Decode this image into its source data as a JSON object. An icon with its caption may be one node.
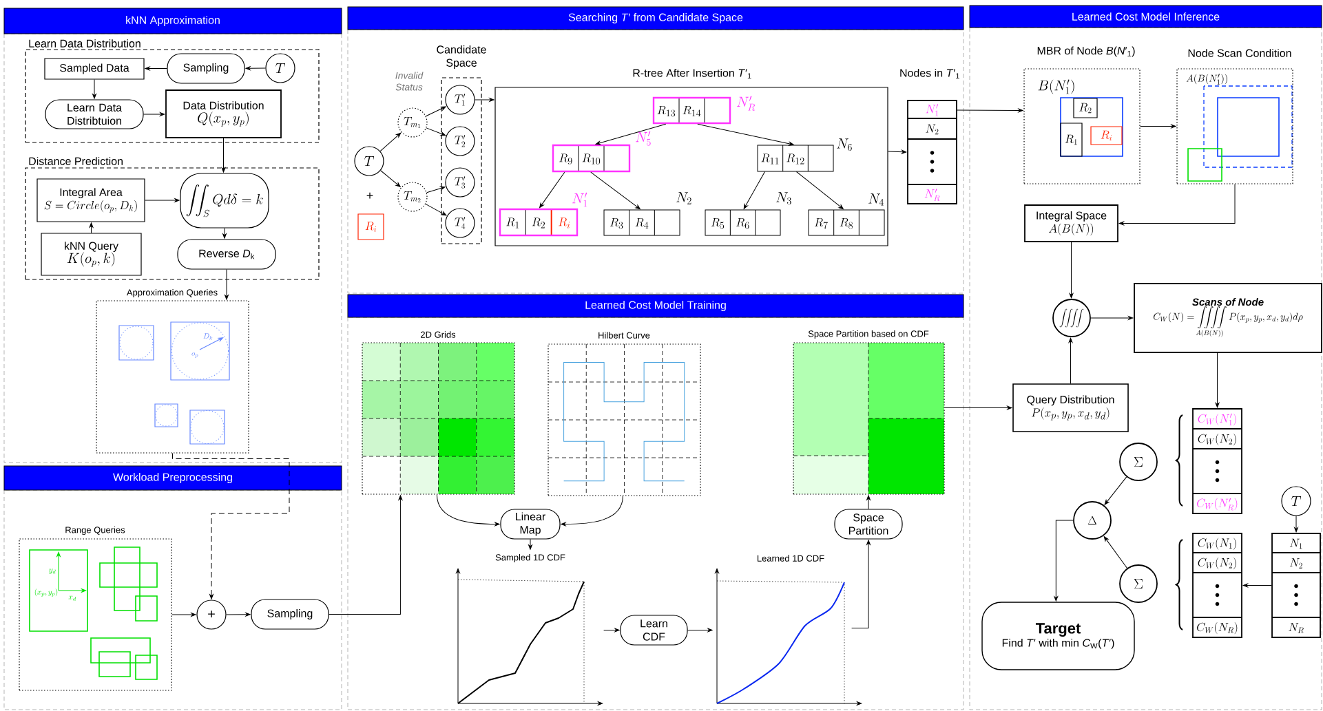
{
  "diagram": {
    "nodes": [
      {
        "text": [
          "kNN Approximation"
        ]
      },
      {
        "text": [
          "Learn Data Distribution"
        ],
        "in": 0
      },
      {
        "text": [
          "Sampled Data"
        ],
        "in": 1
      },
      {
        "text": [
          "Sampling"
        ],
        "in": 1
      },
      {
        "text": [
          "T"
        ],
        "in": 1
      },
      {
        "text": [
          "Learn Data Distribtuion"
        ],
        "in": 1
      },
      {
        "text": [
          "Data Distribution",
          "Q(x_p, y_p)"
        ],
        "in": 1
      },
      {
        "text": [
          "Distance Prediction"
        ],
        "in": 0
      },
      {
        "text": [
          "Integral Area",
          "S = Circle(o_p, D_k)"
        ],
        "in": 7
      },
      {
        "text": [
          "\\iint_S Q d\\delta = k"
        ],
        "in": 7
      },
      {
        "text": [
          "kNN Query",
          "K(o_p, k)"
        ],
        "in": 7
      },
      {
        "text": [
          "Reverse *D*$_{k}$"
        ],
        "in": 7
      },
      {
        "text": [
          "Approximation Queries"
        ],
        "in": 0
      },
      {
        "text": [
          "Workload Preprocessing"
        ]
      },
      {
        "text": [
          "Range Queries"
        ],
        "in": 13
      },
      {
        "text": [
          "+"
        ],
        "in": 13
      },
      {
        "text": [
          "Sampling"
        ],
        "in": 13
      },
      {
        "text": [
          "Searching *T*′ from Candidate Space"
        ]
      },
      {
        "text": [
          "T"
        ],
        "in": 17
      },
      {
        "text": [
          "R_i"
        ],
        "in": 17
      },
      {
        "text": [
          "T_{m_1}"
        ],
        "in": 17
      },
      {
        "text": [
          "T_{m_2}"
        ],
        "in": 17
      },
      {
        "text": [
          "Candidate Space"
        ],
        "in": 17
      },
      {
        "text": [
          "T'_1"
        ],
        "in": 22
      },
      {
        "text": [
          "T'_2"
        ],
        "in": 22
      },
      {
        "text": [
          "T'_3"
        ],
        "in": 22
      },
      {
        "text": [
          "T'_4"
        ],
        "in": 22
      },
      {
        "text": [
          "R-tree After Insertion *T*′$_{1}$"
        ],
        "in": 17
      },
      {
        "text": [
          "R_{13}",
          "R_{14}"
        ],
        "beside": [
          "N'_R"
        ],
        "in": 27
      },
      {
        "text": [
          "R_9",
          "R_{10}"
        ],
        "beside": [
          "N'_5"
        ],
        "in": 27
      },
      {
        "text": [
          "R_{11}",
          "R_{12}"
        ],
        "beside": [
          "N_6"
        ],
        "in": 27
      },
      {
        "text": [
          "R_1",
          "R_2",
          "R_i"
        ],
        "beside": [
          "N'_1"
        ],
        "in": 27
      },
      {
        "text": [
          "R_3",
          "R_4"
        ],
        "beside": [
          "N_2"
        ],
        "in": 27
      },
      {
        "text": [
          "R_5",
          "R_6"
        ],
        "beside": [
          "N_3"
        ],
        "in": 27
      },
      {
        "text": [
          "R_7",
          "R_8"
        ],
        "beside": [
          "N_4"
        ],
        "in": 27
      },
      {
        "text": [
          "Nodes in *T*′$_{1}$",
          "N'_1",
          "N_2",
          "N'_R"
        ],
        "in": 17
      },
      {
        "text": [
          "Learned Cost Model Training"
        ]
      },
      {
        "text": [
          "2D Grids"
        ],
        "in": 36
      },
      {
        "text": [
          "Hilbert Curve"
        ],
        "in": 36
      },
      {
        "text": [
          "Linear Map"
        ],
        "in": 36
      },
      {
        "text": [
          "Sampled 1D CDF"
        ],
        "in": 36
      },
      {
        "text": [
          "Learn CDF"
        ],
        "in": 36
      },
      {
        "text": [
          "Learned 1D CDF"
        ],
        "in": 36
      },
      {
        "text": [
          "Space Partition"
        ],
        "in": 36
      },
      {
        "text": [
          "Space Partition based on CDF"
        ],
        "in": 36
      },
      {
        "text": [
          "Learned Cost Model Inference"
        ]
      },
      {
        "text": [
          "MBR of Node *B*(*N*′$_{1}$)"
        ],
        "in": 45
      },
      {
        "text": [
          "B(N'_1)"
        ],
        "in": 46
      },
      {
        "text": [
          "R_2"
        ],
        "in": 47
      },
      {
        "text": [
          "R_1"
        ],
        "in": 47
      },
      {
        "text": [
          "R_i"
        ],
        "in": 47
      },
      {
        "text": [
          "Node Scan Condition"
        ],
        "in": 45
      },
      {
        "text": [
          "Integral Space",
          "A(B(N))"
        ],
        "in": 45
      },
      {
        "text": [
          "\\iiiint"
        ],
        "in": 45
      },
      {
        "text": [
          "Scans of Node",
          "C_W(N) = \\iiiint\\limits_{A(B(N))} P(x_p, y_p, x_d, y_d) d\\rho"
        ],
        "in": 45
      },
      {
        "text": [
          "Query Distribution",
          "P(x_p, y_p, x_d, y_d)"
        ],
        "in": 45
      },
      {
        "text": [
          "C_W(N'_1)",
          "C_W(N_2)",
          "C_W(N'_R)"
        ],
        "in": 45
      },
      {
        "text": [
          "\\Sigma"
        ],
        "in": 45
      },
      {
        "text": [
          "\\Delta"
        ],
        "in": 45
      },
      {
        "text": [
          "\\Sigma"
        ],
        "in": 45
      },
      {
        "text": [
          "C_W(N_1)",
          "C_W(N_2)",
          "C_W(N_R)"
        ],
        "in": 45
      },
      {
        "text": [
          "T"
        ],
        "in": 45
      },
      {
        "text": [
          "N_1",
          "N_2",
          "N_R"
        ],
        "in": 45
      },
      {
        "text": [
          "Target",
          "Find *T*′ with min *C*$_{W}$(*T*′)"
        ],
        "in": 45
      }
    ],
    "edges": [
      {
        "from": 3,
        "to": 2,
        "arrow": "to"
      },
      {
        "from": 4,
        "to": 3,
        "arrow": "to"
      },
      {
        "from": 2,
        "to": 5,
        "arrow": "to"
      },
      {
        "from": 5,
        "to": 6,
        "arrow": "to"
      },
      {
        "from": 6,
        "to": 9,
        "arrow": "to"
      },
      {
        "from": 10,
        "to": 8,
        "arrow": "to"
      },
      {
        "from": 8,
        "to": 9,
        "arrow": "to"
      },
      {
        "from": 9,
        "to": 11,
        "arrow": "to"
      },
      {
        "from": 11,
        "to": 12,
        "arrow": "to"
      },
      {
        "from": 12,
        "to": 15,
        "arrow": "to",
        "style": "dashed"
      },
      {
        "from": 14,
        "to": 15,
        "arrow": "to"
      },
      {
        "from": 15,
        "to": 16,
        "arrow": "to"
      },
      {
        "from": 16,
        "to": 37,
        "arrow": "to"
      },
      {
        "from": 18,
        "to": 20,
        "arrow": "to"
      },
      {
        "from": 18,
        "to": 21,
        "arrow": "to"
      },
      {
        "from": 20,
        "to": 23,
        "arrow": "to"
      },
      {
        "from": 20,
        "to": 24,
        "arrow": "to"
      },
      {
        "from": 21,
        "to": 25,
        "arrow": "to"
      },
      {
        "from": 21,
        "to": 26,
        "arrow": "to"
      },
      {
        "from": 23,
        "to": 27,
        "arrow": "to"
      },
      {
        "from": 28,
        "to": 29,
        "arrow": "to"
      },
      {
        "from": 28,
        "to": 30,
        "arrow": "to"
      },
      {
        "from": 29,
        "to": 31,
        "arrow": "to"
      },
      {
        "from": 29,
        "to": 32,
        "arrow": "to"
      },
      {
        "from": 30,
        "to": 33,
        "arrow": "to"
      },
      {
        "from": 30,
        "to": 34,
        "arrow": "to"
      },
      {
        "from": 27,
        "to": 35,
        "arrow": "to"
      },
      {
        "from": 35,
        "to": 46,
        "arrow": "to"
      },
      {
        "from": 37,
        "to": 39,
        "arrow": "to"
      },
      {
        "from": 38,
        "to": 39,
        "arrow": "to"
      },
      {
        "from": 39,
        "to": 40,
        "arrow": "to"
      },
      {
        "from": 40,
        "to": 41,
        "arrow": "to"
      },
      {
        "from": 41,
        "to": 42,
        "arrow": "to"
      },
      {
        "from": 42,
        "to": 43,
        "arrow": "to"
      },
      {
        "from": 43,
        "to": 44,
        "arrow": "to"
      },
      {
        "from": 44,
        "to": 55,
        "arrow": "to"
      },
      {
        "from": 46,
        "to": 51,
        "arrow": "to"
      },
      {
        "from": 51,
        "to": 52,
        "arrow": "to"
      },
      {
        "from": 52,
        "to": 53,
        "arrow": "to"
      },
      {
        "from": 55,
        "to": 53,
        "arrow": "to"
      },
      {
        "from": 53,
        "to": 54,
        "arrow": "to"
      },
      {
        "from": 54,
        "to": 56,
        "arrow": "to"
      },
      {
        "from": 57,
        "to": 58,
        "arrow": "to"
      },
      {
        "from": 59,
        "to": 58,
        "arrow": "to"
      },
      {
        "from": 58,
        "to": 63,
        "arrow": "to"
      },
      {
        "from": 61,
        "to": 62,
        "arrow": "to"
      },
      {
        "from": 62,
        "to": 60,
        "arrow": "to"
      }
    ],
    "labels": [
      "D_k",
      "o_p",
      "y_d",
      "(x_p, y_p)",
      "x_d",
      "Invalid Status",
      "+",
      "A(B(N'_1))"
    ]
  }
}
